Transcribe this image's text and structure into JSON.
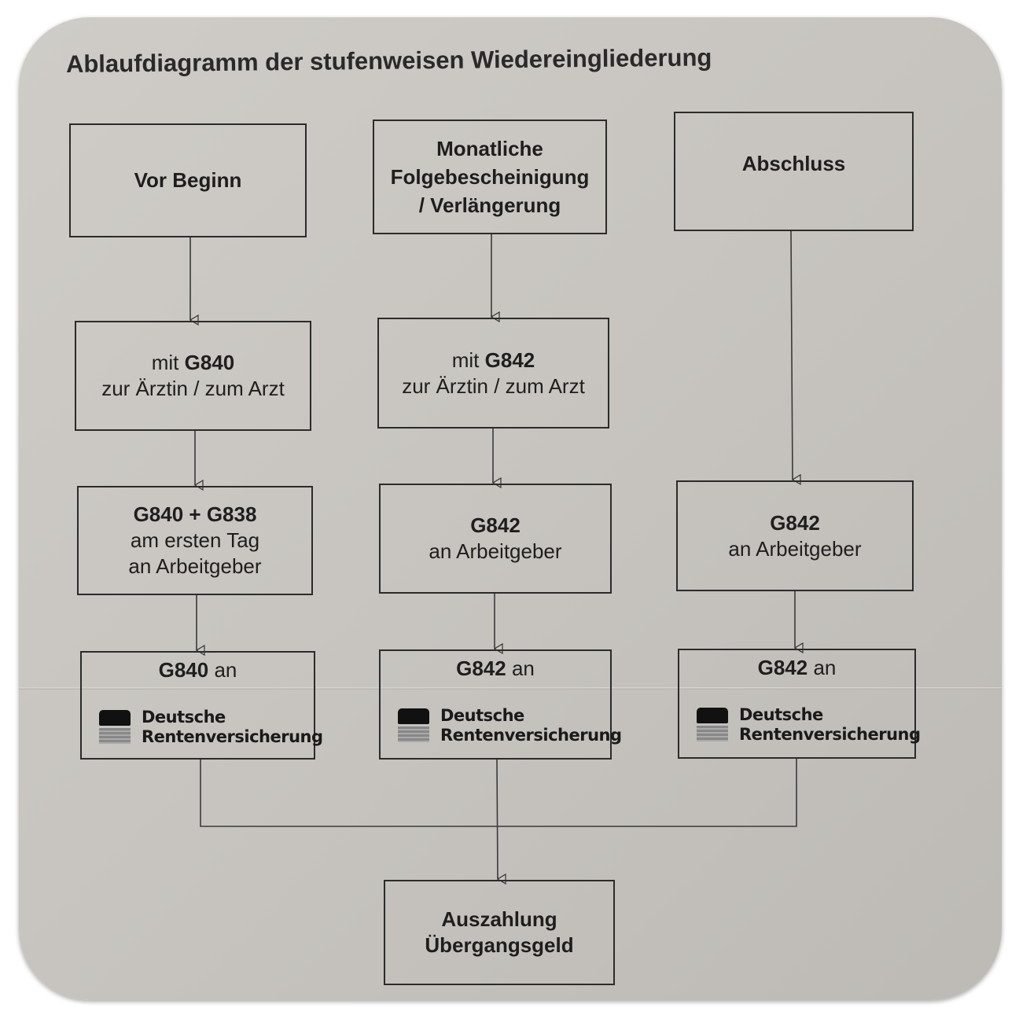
{
  "title": "Ablaufdiagramm der stufenweisen Wiedereingliederung",
  "columns": [
    {
      "header": [
        "Vor Beginn"
      ],
      "step1": {
        "prefix": "mit ",
        "form": "G840",
        "line2": "zur Ärztin / zum Arzt"
      },
      "step2": {
        "bold": "G840 + G838",
        "lines": [
          "am ersten Tag",
          "an Arbeitgeber"
        ]
      },
      "step3": {
        "form": "G840",
        "suffix": " an"
      }
    },
    {
      "header": [
        "Monatliche",
        "Folgebescheinigung",
        "/ Verlängerung"
      ],
      "step1": {
        "prefix": "mit ",
        "form": "G842",
        "line2": "zur Ärztin / zum Arzt"
      },
      "step2": {
        "bold": "G842",
        "lines": [
          "an Arbeitgeber"
        ]
      },
      "step3": {
        "form": "G842",
        "suffix": " an"
      }
    },
    {
      "header": [
        "Abschluss"
      ],
      "step2": {
        "bold": "G842",
        "lines": [
          "an Arbeitgeber"
        ]
      },
      "step3": {
        "form": "G842",
        "suffix": " an"
      }
    }
  ],
  "logo": {
    "line1": "Deutsche",
    "line2": "Rentenversicherung"
  },
  "final": {
    "line1": "Auszahlung",
    "line2": "Übergangsgeld"
  }
}
